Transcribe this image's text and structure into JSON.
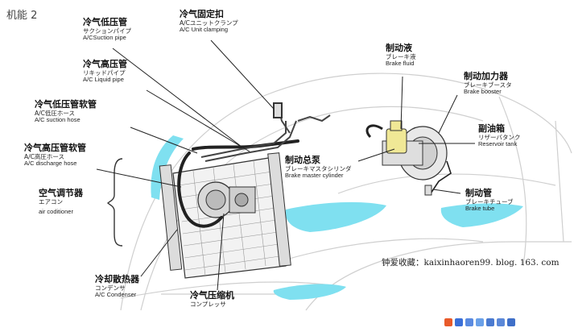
{
  "page_title": "机能 2",
  "credit": "钟爱收藏：kaixinhaoren99. blog. 163. com",
  "labels": {
    "suction_pipe": {
      "zh": "冷气低压管",
      "ja": "サクションパイプ",
      "en": "A/CSuction pipe"
    },
    "unit_clamping": {
      "zh": "冷气固定扣",
      "ja": "A/Cユニットクランプ",
      "en": "A/C Unit   clamping"
    },
    "liquid_pipe": {
      "zh": "冷气高压管",
      "ja": "リキッドパイプ",
      "en": "A/C Liquid pipe"
    },
    "suction_hose": {
      "zh": "冷气低压管软管",
      "ja": "A/C低圧ホース",
      "en": "A/C   suction hose"
    },
    "discharge_hose": {
      "zh": "冷气高压管软管",
      "ja": "A/C高圧ホース",
      "en": "A/C discharge hose"
    },
    "air_conditioner": {
      "zh": "空气调节器",
      "ja": "エアコン",
      "en": "air coditioner"
    },
    "condenser": {
      "zh": "冷却散热器",
      "ja": "コンデンサ",
      "en": "A/C Condenser"
    },
    "compressor": {
      "zh": "冷气压缩机",
      "ja": "コンプレッサ",
      "en": ""
    },
    "master_cylinder": {
      "zh": "制动总泵",
      "ja": "ブレーキマスタシリンダ",
      "en": "Brake master cylinder"
    },
    "brake_fluid": {
      "zh": "制动液",
      "ja": "ブレーキ液",
      "en": "Brake fluid"
    },
    "brake_booster": {
      "zh": "制动加力器",
      "ja": "ブレーキブースタ",
      "en": "Brake booster"
    },
    "reservoir_tank": {
      "zh": "副油箱",
      "ja": "リザーバタンク",
      "en": "Reservoir tank"
    },
    "brake_tube": {
      "zh": "制动管",
      "ja": "ブレーキチューブ",
      "en": "Brake tube"
    }
  },
  "colors": {
    "accent": "#7fe0f0",
    "tank": "#f0e896",
    "line": "#222222"
  },
  "toolbar_icons": [
    "s-icon",
    "zh-icon",
    "moon-icon",
    "dot-icon",
    "keyboard-icon",
    "shirt-icon",
    "wrench-icon"
  ]
}
